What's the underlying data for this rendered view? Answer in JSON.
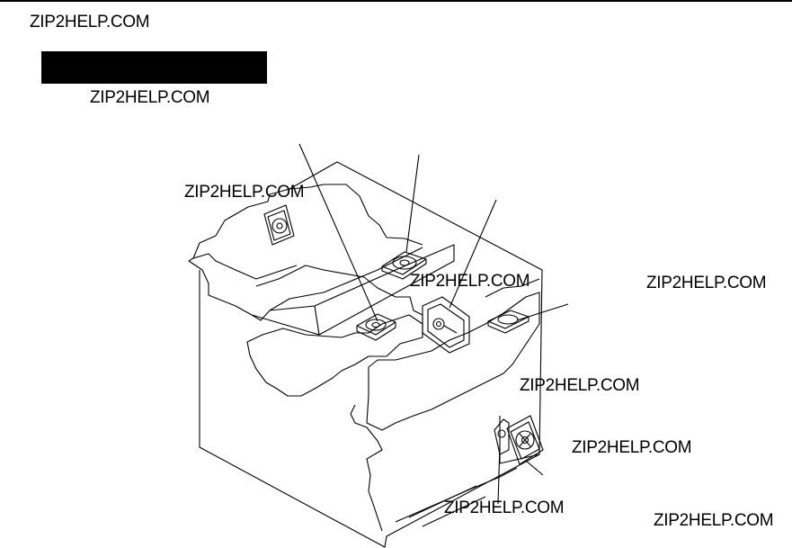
{
  "watermarks": [
    "ZIP2HELP.COM",
    "ZIP2HELP.COM",
    "ZIP2HELP.COM",
    "ZIP2HELP.COM",
    "ZIP2HELP.COM",
    "ZIP2HELP.COM",
    "ZIP2HELP.COM",
    "ZIP2HELP.COM",
    "ZIP2HELP.COM"
  ],
  "colors": {
    "ink": "#000000",
    "paper": "#ffffff"
  }
}
